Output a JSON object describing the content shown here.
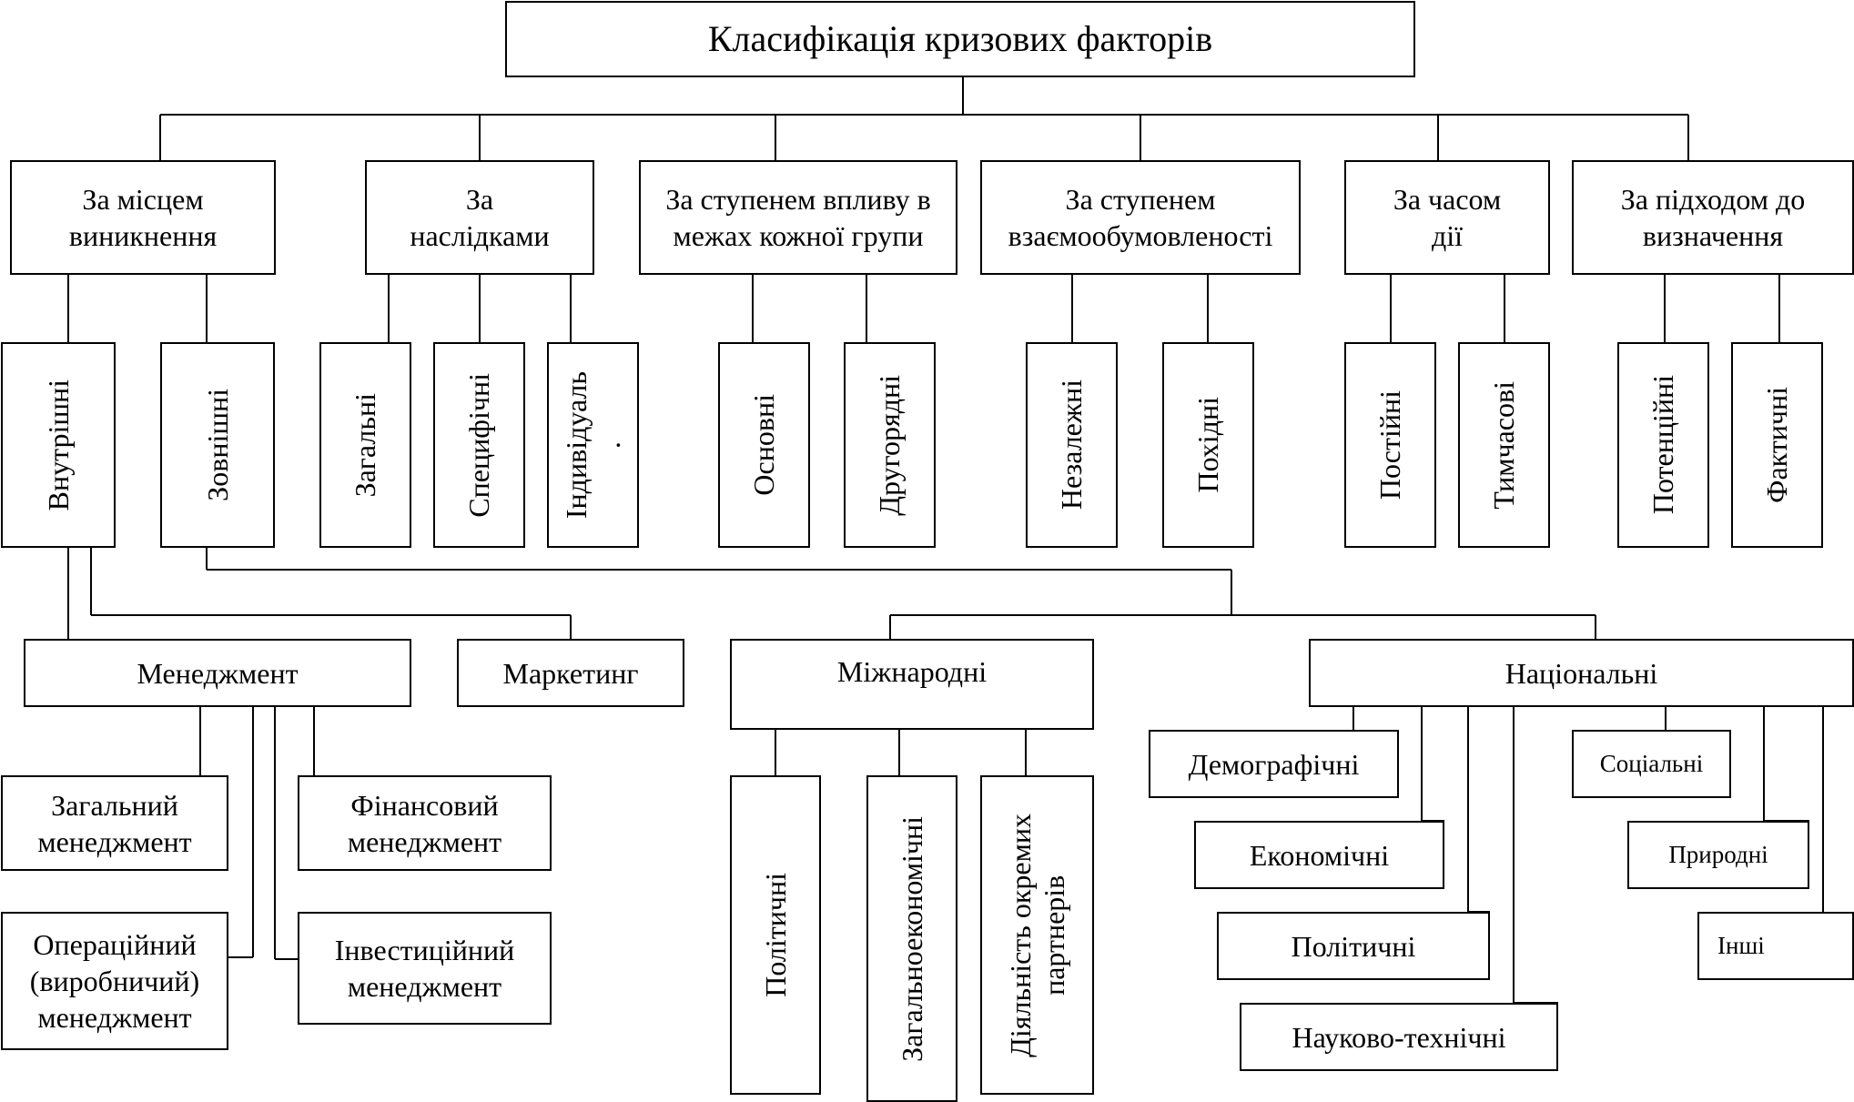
{
  "title": "Класифікація кризових факторів",
  "groups": {
    "place": "За місцем\nвиникнення",
    "consequences": "За\nнаслідками",
    "influence": "За ступенем впливу в\nмежах кожної групи",
    "interdependence": "За ступенем\nвзаємообумовленості",
    "time": "За часом\nдії",
    "approach": "За підходом до\nвизначення"
  },
  "leaves": {
    "internal": "Внутрішні",
    "external": "Зовнішні",
    "general": "Загальні",
    "specific": "Специфічні",
    "individual": "Індивідуаль\n.",
    "main": "Основні",
    "secondary": "Другорядні",
    "independent": "Незалежні",
    "derived": "Похідні",
    "permanent": "Постійні",
    "temporary": "Тимчасові",
    "potential": "Потенційні",
    "actual": "Фактичні"
  },
  "internal_branch": {
    "management": "Менеджмент",
    "marketing": "Маркетинг",
    "general_mgmt": "Загальний\nменеджмент",
    "financial_mgmt": "Фінансовий\nменеджмент",
    "operational_mgmt": "Операційний\n(виробничий)\nменеджмент",
    "investment_mgmt": "Інвестиційний\nменеджмент"
  },
  "external_branch": {
    "international": "Міжнародні",
    "national": "Національні",
    "political_intl": "Політичні",
    "general_economic": "Загальноекономічні",
    "partners": "Діяльність окремих\nпартнерів",
    "demographic": "Демографічні",
    "economic": "Економічні",
    "political": "Політичні",
    "scitech": "Науково-технічні",
    "social": "Соціальні",
    "natural": "Природні",
    "other": "Інші"
  }
}
